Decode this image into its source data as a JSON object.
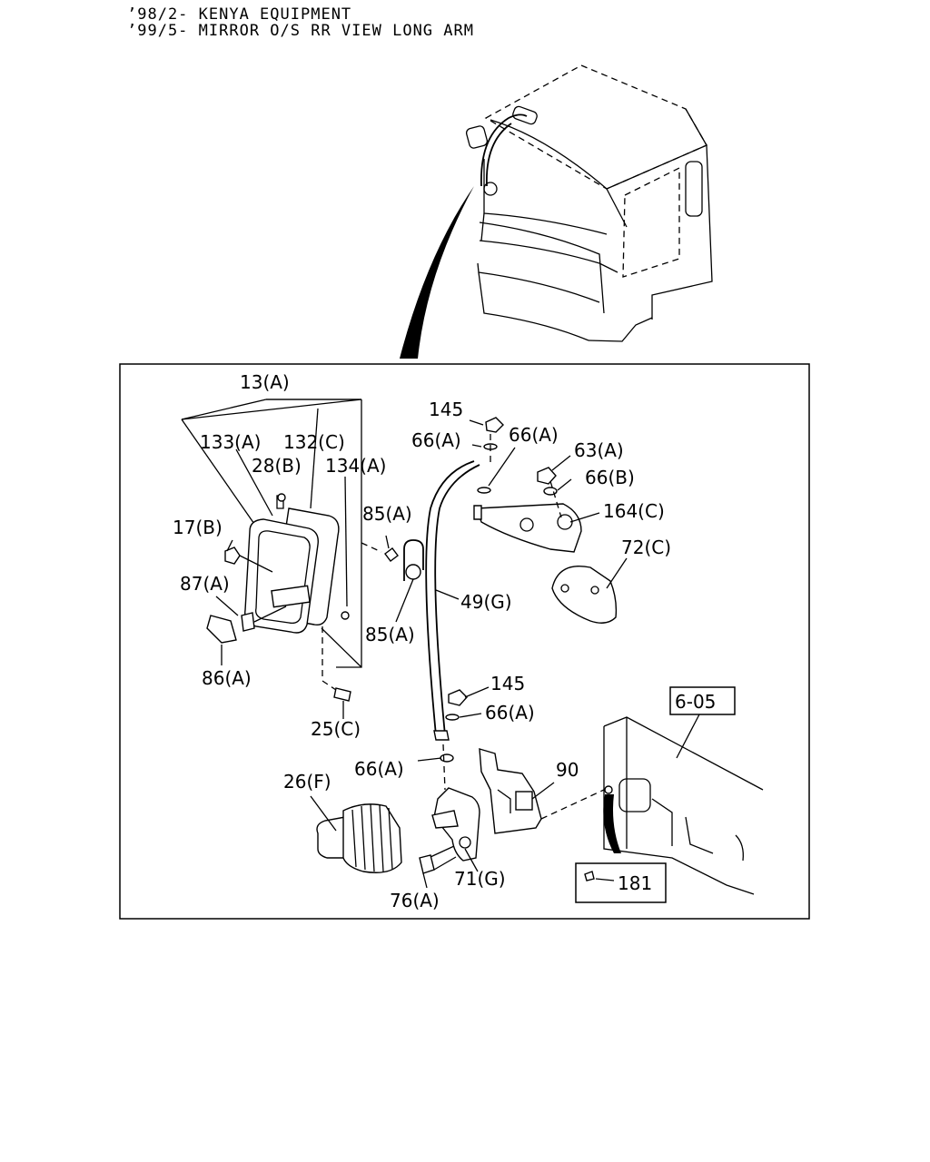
{
  "header": {
    "line1": "’98/2- KENYA EQUIPMENT",
    "line2": "’99/5- MIRROR O/S RR VIEW LONG ARM"
  },
  "labels": {
    "p13a": "13(A)",
    "p133a": "133(A)",
    "p132c": "132(C)",
    "p28b": "28(B)",
    "p134a": "134(A)",
    "p17b": "17(B)",
    "p87a": "87(A)",
    "p86a": "86(A)",
    "p25c": "25(C)",
    "p145a": "145",
    "p66a1": "66(A)",
    "p66a2": "66(A)",
    "p63a": "63(A)",
    "p66b": "66(B)",
    "p164c": "164(C)",
    "p85a1": "85(A)",
    "p72c": "72(C)",
    "p49g": "49(G)",
    "p85a2": "85(A)",
    "p145b": "145",
    "p66a3": "66(A)",
    "p605": "6-05",
    "p66a4": "66(A)",
    "p90": "90",
    "p26f": "26(F)",
    "p71g": "71(G)",
    "p76a": "76(A)",
    "p181": "181"
  },
  "colors": {
    "line": "#000000",
    "background": "#ffffff"
  }
}
